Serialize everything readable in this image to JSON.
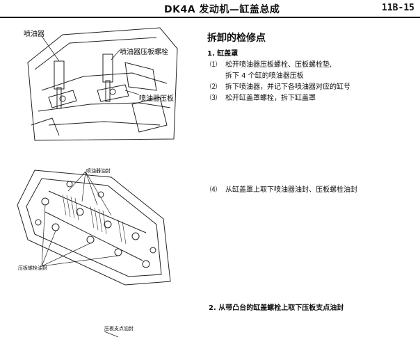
{
  "header": {
    "title": "DK4A 发动机—缸盖总成",
    "page": "11B-15"
  },
  "figure1": {
    "labels": [
      "喷油器",
      "喷油器压板螺栓",
      "喷油器压板"
    ]
  },
  "figure2": {
    "labels": [
      "喷油器油封",
      "压板螺栓油封"
    ]
  },
  "figure3": {
    "labels": [
      "压板支点油封"
    ]
  },
  "content": {
    "heading": "拆卸的检修点",
    "sub1": "1. 缸盖罩",
    "steps": [
      {
        "num": "⑴",
        "text": "松开喷油器压板螺栓、压板螺栓垫,"
      },
      {
        "num": "",
        "text": "拆下 4 个缸的喷油器压板"
      },
      {
        "num": "⑵",
        "text": "拆下喷油器，并记下各喷油器对应的缸号"
      },
      {
        "num": "⑶",
        "text": "松开缸盖罩螺栓，拆下缸盖罩"
      },
      {
        "num": "⑷",
        "text": "从缸盖罩上取下喷油器油封、压板螺栓油封"
      }
    ],
    "sub2": "2. 从带凸台的缸盖螺栓上取下压板支点油封"
  }
}
